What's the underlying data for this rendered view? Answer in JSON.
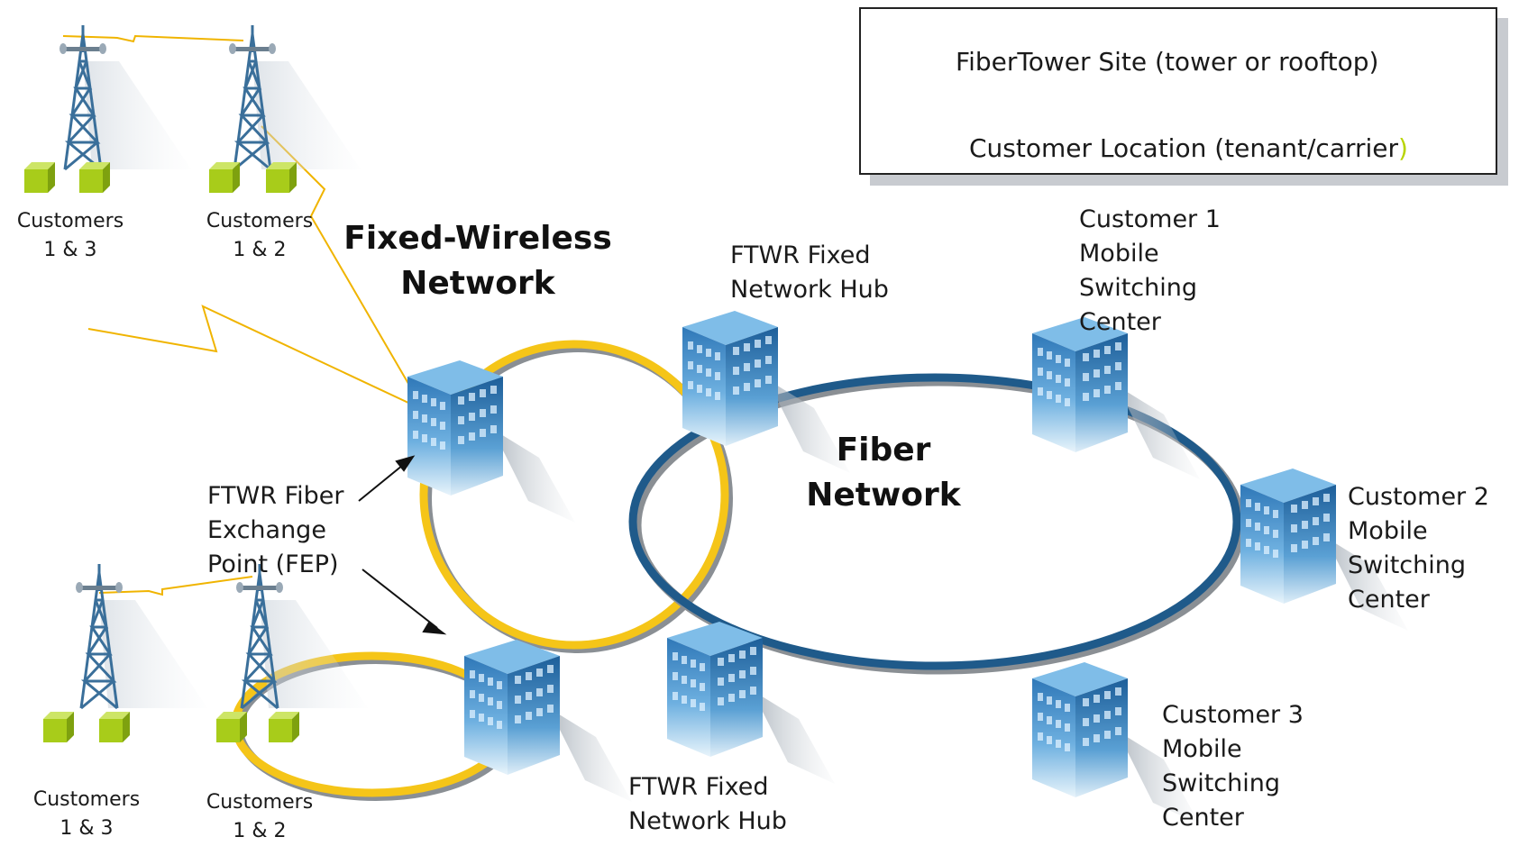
{
  "legend": {
    "tower_label": "FiberTower Site (tower or rooftop)",
    "customer_label_main": "Customer Location (tenant/carrier",
    "customer_label_paren": ")"
  },
  "labels": {
    "fixed_wireless": [
      "Fixed-Wireless",
      "Network"
    ],
    "fiber_network": [
      "Fiber",
      "Network"
    ],
    "hub_top": [
      "FTWR Fixed",
      "Network Hub"
    ],
    "hub_bottom": [
      "FTWR Fixed",
      "Network Hub"
    ],
    "fep": [
      "FTWR Fiber",
      "Exchange",
      "Point (FEP)"
    ],
    "msc1": [
      "Customer 1",
      "Mobile",
      "Switching",
      "Center"
    ],
    "msc2": [
      "Customer 2",
      "Mobile",
      "Switching",
      "Center"
    ],
    "msc3": [
      "Customer 3",
      "Mobile",
      "Switching",
      "Center"
    ],
    "cust_tl": [
      "Customers",
      "1 & 3"
    ],
    "cust_tr": [
      "Customers",
      "1 & 2"
    ],
    "cust_bl": [
      "Customers",
      "1 & 3"
    ],
    "cust_br": [
      "Customers",
      "1 & 2"
    ]
  },
  "colors": {
    "wireless_ring": "#f5c518",
    "fiber_ring": "#1f5a8a",
    "radio_link": "#f0b400",
    "customer_box": "#a8cc1a",
    "building": "#3f86c6",
    "tower": "#3a6f9a"
  },
  "icons": {
    "tower": "cell-tower-icon",
    "building": "office-building-icon",
    "customer": "customer-box-icon"
  }
}
